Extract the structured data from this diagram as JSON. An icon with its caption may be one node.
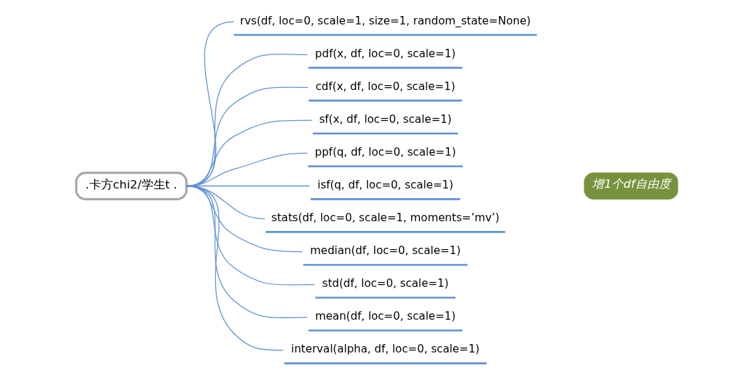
{
  "diagram": {
    "nodes": [
      {
        "text": [
          ".卡方chi2/学生t ."
        ]
      },
      {
        "text": [
          "rvs(df, loc=0, scale=1, size=1, random_state=None)"
        ]
      },
      {
        "text": [
          "pdf(x, df, loc=0, scale=1)"
        ]
      },
      {
        "text": [
          "cdf(x, df, loc=0, scale=1)"
        ]
      },
      {
        "text": [
          "sf(x, df, loc=0, scale=1)"
        ]
      },
      {
        "text": [
          "ppf(q, df, loc=0, scale=1)"
        ]
      },
      {
        "text": [
          "isf(q, df, loc=0, scale=1)"
        ]
      },
      {
        "text": [
          "stats(df, loc=0, scale=1, moments=’mv’)"
        ]
      },
      {
        "text": [
          "median(df, loc=0, scale=1)"
        ]
      },
      {
        "text": [
          "std(df, loc=0, scale=1)"
        ]
      },
      {
        "text": [
          "mean(df, loc=0, scale=1)"
        ]
      },
      {
        "text": [
          "interval(alpha, df, loc=0, scale=1)"
        ]
      },
      {
        "text": [
          "增1个df自由度"
        ]
      }
    ],
    "edges": [
      {
        "from": 0,
        "to": 1,
        "arrow": "none"
      },
      {
        "from": 0,
        "to": 2,
        "arrow": "none"
      },
      {
        "from": 0,
        "to": 3,
        "arrow": "none"
      },
      {
        "from": 0,
        "to": 4,
        "arrow": "none"
      },
      {
        "from": 0,
        "to": 5,
        "arrow": "none"
      },
      {
        "from": 0,
        "to": 6,
        "arrow": "none"
      },
      {
        "from": 0,
        "to": 7,
        "arrow": "none"
      },
      {
        "from": 0,
        "to": 8,
        "arrow": "none"
      },
      {
        "from": 0,
        "to": 9,
        "arrow": "none"
      },
      {
        "from": 0,
        "to": 10,
        "arrow": "none"
      },
      {
        "from": 0,
        "to": 11,
        "arrow": "none"
      }
    ]
  }
}
